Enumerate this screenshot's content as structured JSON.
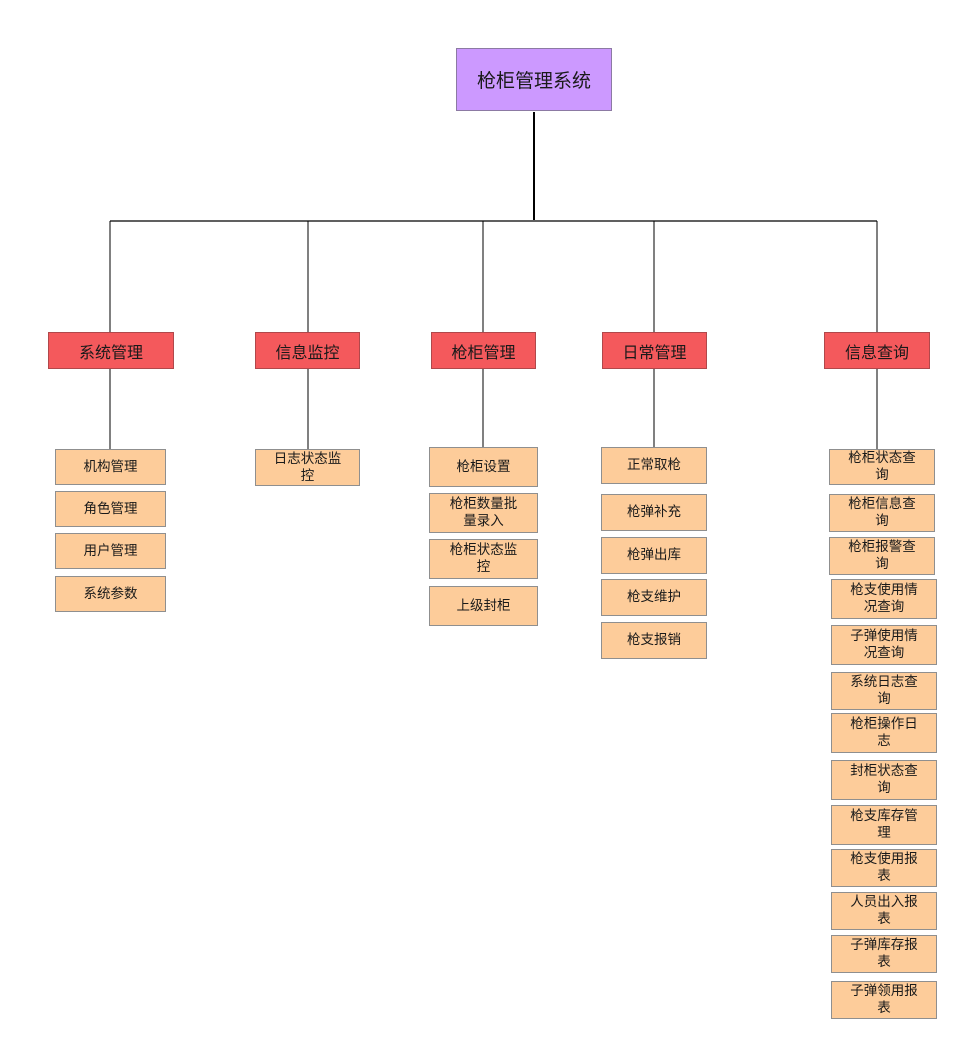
{
  "root": {
    "label": "枪柜管理系统"
  },
  "categories": [
    {
      "label": "系统管理",
      "items": [
        "机构管理",
        "角色管理",
        "用户管理",
        "系统参数"
      ]
    },
    {
      "label": "信息监控",
      "items": [
        "日志状态监\n控"
      ]
    },
    {
      "label": "枪柜管理",
      "items": [
        "枪柜设置",
        "枪柜数量批\n量录入",
        "枪柜状态监\n控",
        "上级封柜"
      ]
    },
    {
      "label": "日常管理",
      "items": [
        "正常取枪",
        "枪弹补充",
        "枪弹出库",
        "枪支维护",
        "枪支报销"
      ]
    },
    {
      "label": "信息查询",
      "items": [
        "枪柜状态查\n询",
        "枪柜信息查\n询",
        "枪柜报警查\n询",
        "枪支使用情\n况查询",
        "子弹使用情\n况查询",
        "系统日志查\n询",
        "枪柜操作日\n志",
        "封柜状态查\n询",
        "枪支库存管\n理",
        "枪支使用报\n表",
        "人员出入报\n表",
        "子弹库存报\n表",
        "子弹领用报\n表"
      ]
    }
  ],
  "colors": {
    "root_fill": "#cc99ff",
    "category_fill": "#f4595c",
    "leaf_fill": "#fdcc9a",
    "line": "#000000"
  }
}
